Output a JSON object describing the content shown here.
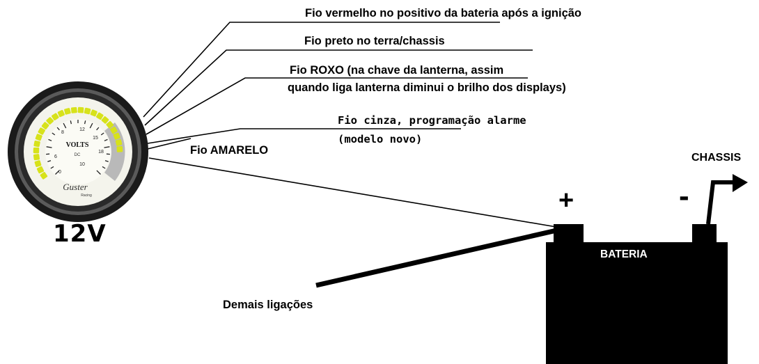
{
  "labels": {
    "red_wire": "Fio vermelho no positivo da bateria  após a ignição",
    "black_wire": "Fio preto no terra/chassis",
    "purple_wire_line1": "Fio ROXO  (na chave da lanterna, assim",
    "purple_wire_line2": "quando liga lanterna diminui o brilho dos displays)",
    "gray_wire_line1": "Fio cinza, programação alarme",
    "gray_wire_line2": "(modelo novo)",
    "yellow_wire": "Fio AMARELO",
    "chassis": "CHASSIS",
    "battery": "BATERIA",
    "other_connections": "Demais ligações",
    "plus_sign": "+",
    "minus_sign": "-"
  },
  "gauge": {
    "caption": "12V",
    "unit": "VOLTS",
    "unit_sub": "DC",
    "brand": "Guster",
    "brand_sub": "Racing",
    "scale_labels": [
      "0",
      "6",
      "8",
      "10",
      "12",
      "15",
      "18"
    ]
  },
  "colors": {
    "background": "#ffffff",
    "ink": "#000000",
    "gauge_bezel": "#1a1a1a",
    "gauge_face": "#f4f4ec",
    "led_active": "#d7e21a",
    "led_inactive": "#b9b9b9"
  }
}
